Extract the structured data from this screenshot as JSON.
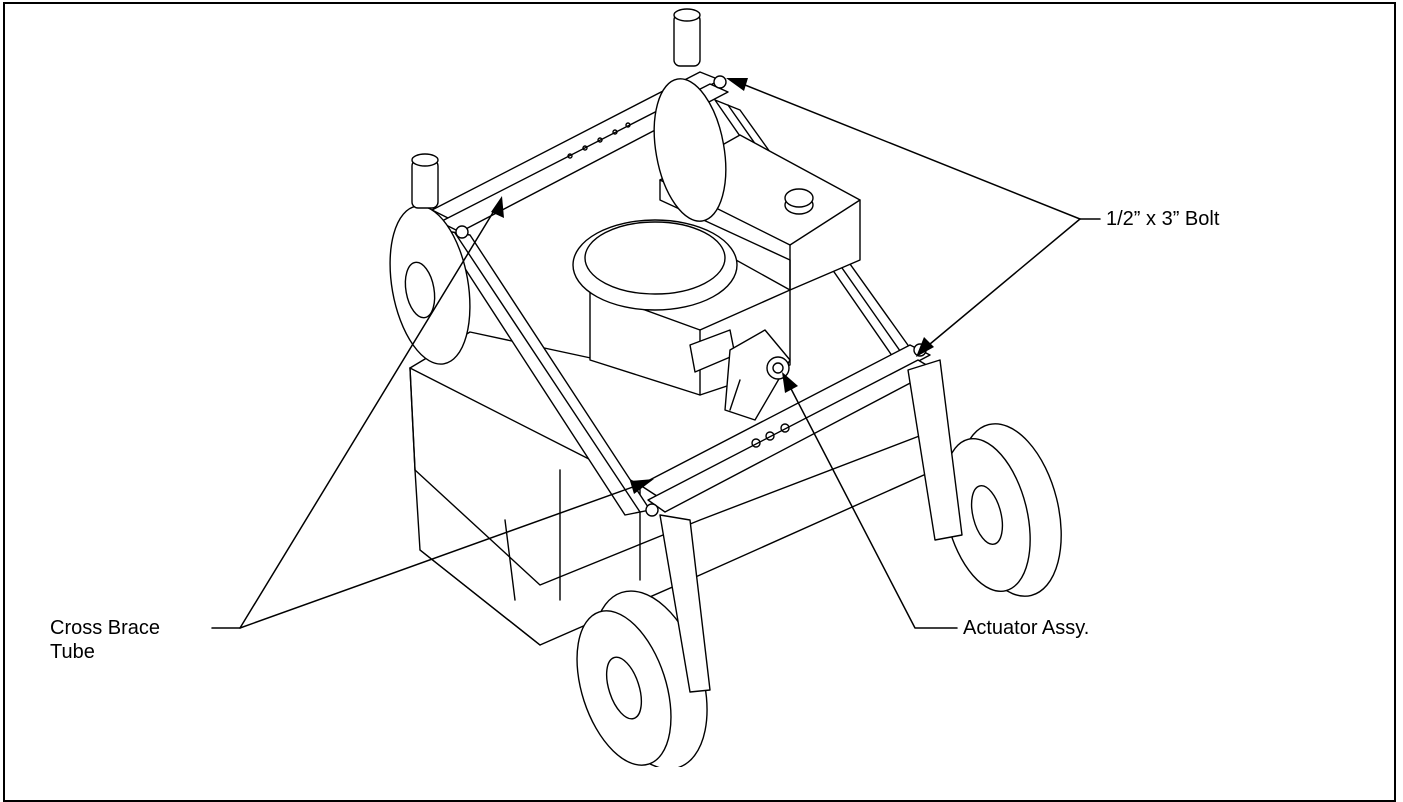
{
  "callouts": {
    "bolt": "1/2” x 3” Bolt",
    "cross_brace_line1": "Cross Brace",
    "cross_brace_line2": "Tube",
    "actuator": "Actuator Assy."
  },
  "colors": {
    "ink": "#000000",
    "paper": "#ffffff"
  }
}
